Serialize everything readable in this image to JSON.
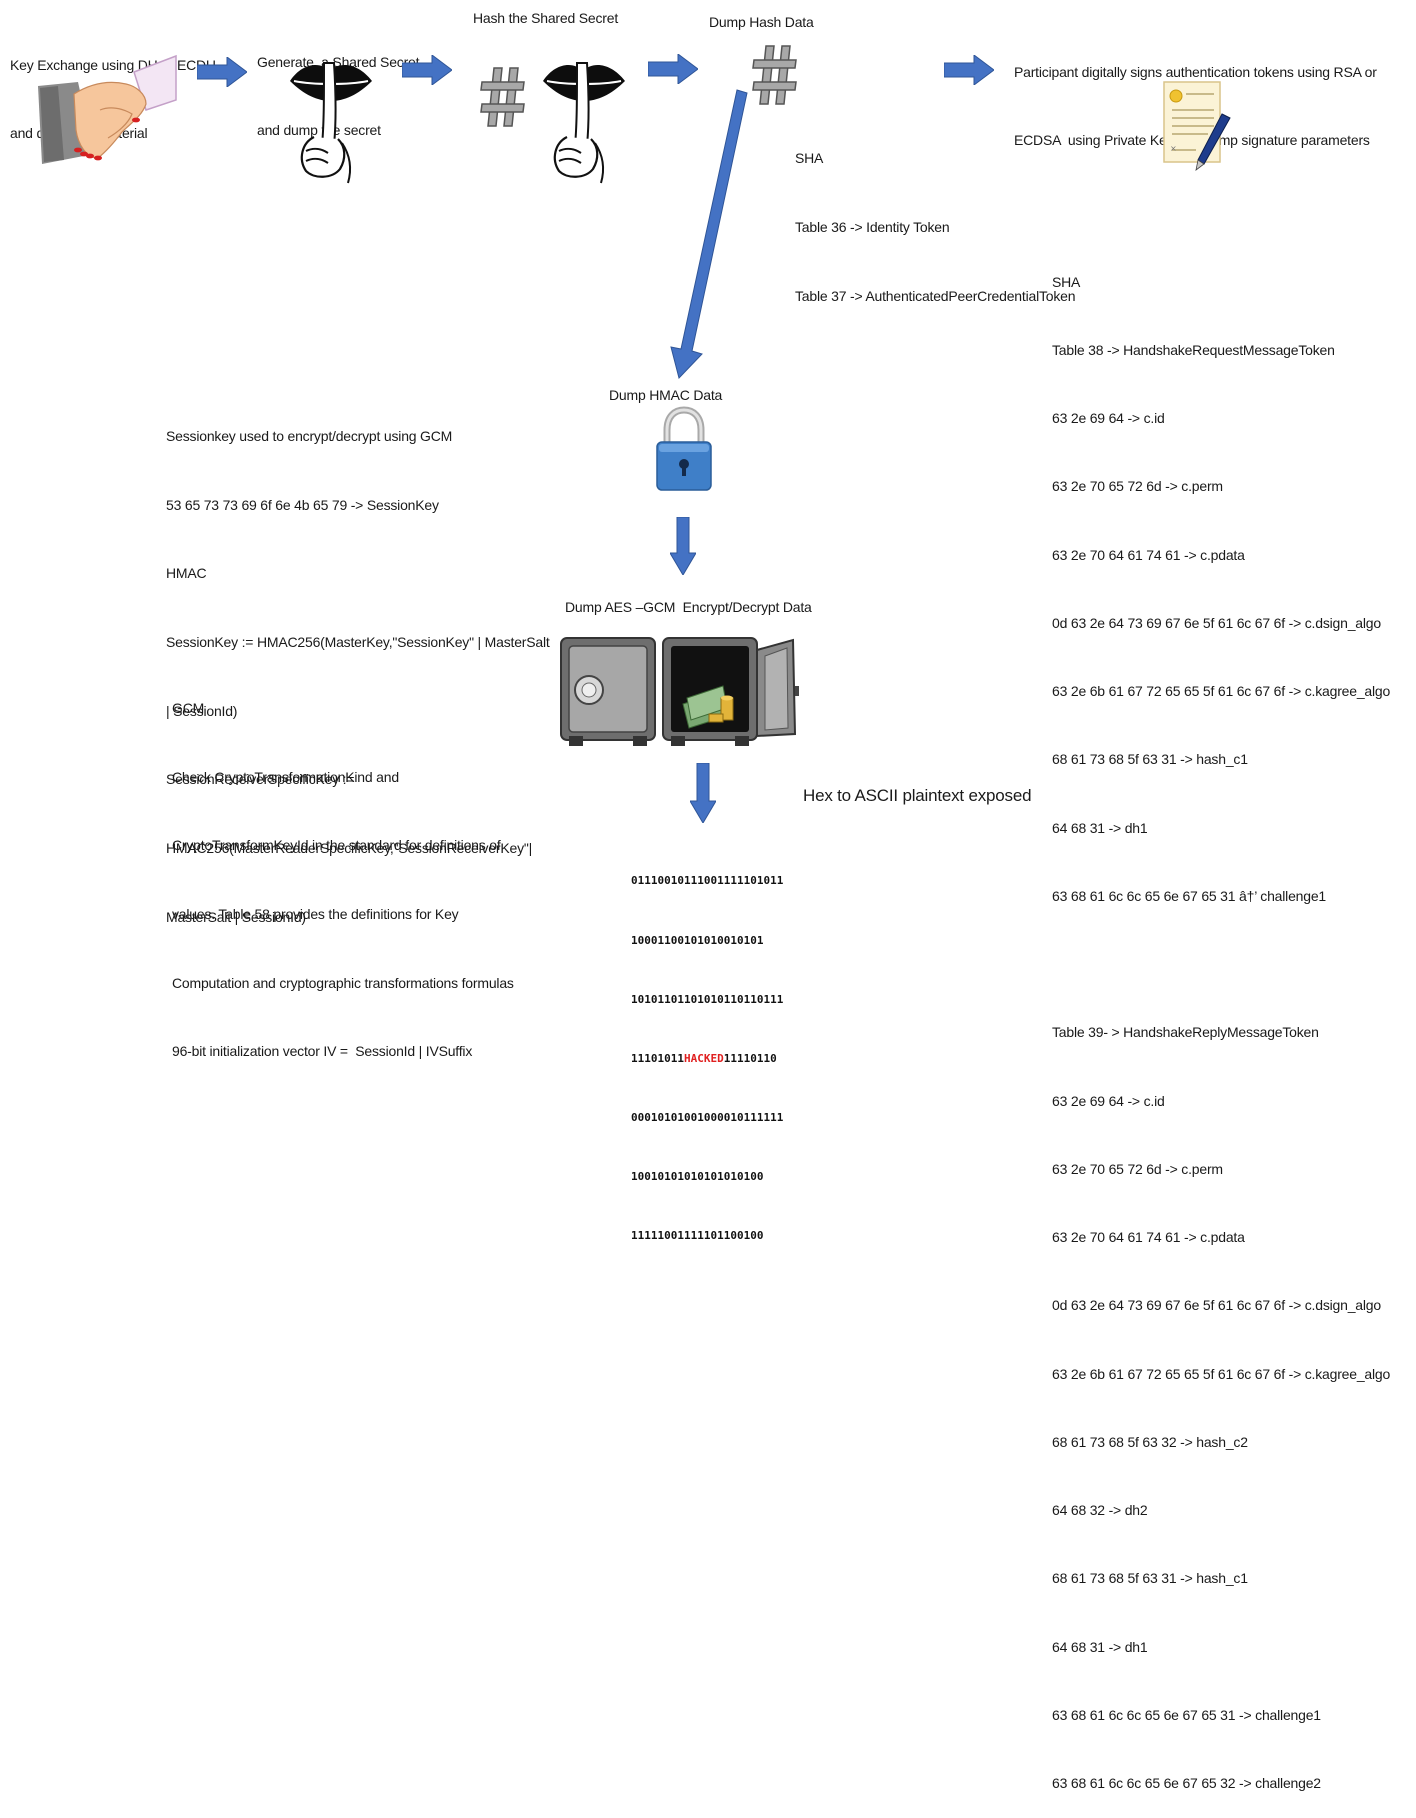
{
  "steps": {
    "key_exchange": [
      "Key Exchange using DH or ECDH",
      "and dump key material"
    ],
    "shared_secret": [
      "Generate  a Shared Secret",
      "and dump the secret"
    ],
    "hash_secret": "Hash the Shared Secret",
    "dump_hash": "Dump Hash Data",
    "sign": [
      "Participant digitally signs authentication tokens using RSA or",
      "ECDSA  using Private Key and dump signature parameters"
    ],
    "dump_hmac": "Dump HMAC Data",
    "dump_aes": "Dump AES –GCM  Encrypt/Decrypt Data",
    "hex_ascii": "Hex to ASCII plaintext exposed"
  },
  "sha_top": [
    "SHA",
    "Table 36 -> Identity Token",
    "Table 37 -> AuthenticatedPeerCredentialToken"
  ],
  "session": [
    "Sessionkey used to encrypt/decrypt using GCM",
    "53 65 73 73 69 6f 6e 4b 65 79 -> SessionKey",
    "HMAC",
    "SessionKey := HMAC256(MasterKey,\"SessionKey\" | MasterSalt",
    "| SessionId)",
    "SessionReceiverSpecificKey :=",
    "HMAC256(MasterReaderSpecificKey,\"SessionReceiverKey\"|",
    "MasterSalt | SessionId)"
  ],
  "gcm": [
    "GCM",
    "Check CryptoTransformationKind and",
    "CryptoTransformKeyId in the standard for definitions of",
    "values. Table 58 provides the definitions for Key",
    "Computation and cryptographic transformations formulas",
    "96-bit initialization vector IV =  SessionId | IVSuffix"
  ],
  "sha_right": [
    "SHA",
    "Table 38 -> HandshakeRequestMessageToken",
    "63 2e 69 64 -> c.id",
    "63 2e 70 65 72 6d -> c.perm",
    "63 2e 70 64 61 74 61 -> c.pdata",
    "0d 63 2e 64 73 69 67 6e 5f 61 6c 67 6f -> c.dsign_algo",
    "63 2e 6b 61 67 72 65 65 5f 61 6c 67 6f -> c.kagree_algo",
    "68 61 73 68 5f 63 31 -> hash_c1",
    "64 68 31 -> dh1",
    "63 68 61 6c 6c 65 6e 67 65 31 â†’ challenge1",
    "",
    "Table 39- > HandshakeReplyMessageToken",
    "63 2e 69 64 -> c.id",
    "63 2e 70 65 72 6d -> c.perm",
    "63 2e 70 64 61 74 61 -> c.pdata",
    "0d 63 2e 64 73 69 67 6e 5f 61 6c 67 6f -> c.dsign_algo",
    "63 2e 6b 61 67 72 65 65 5f 61 6c 67 6f -> c.kagree_algo",
    "68 61 73 68 5f 63 32 -> hash_c2",
    "64 68 32 -> dh2",
    "68 61 73 68 5f 63 31 -> hash_c1",
    "64 68 31 -> dh1",
    "63 68 61 6c 6c 65 6e 67 65 31 -> challenge1",
    "63 68 61 6c 6c 65 6e 67 65 32 -> challenge2"
  ],
  "binary": {
    "line1": "01110010111001111101011",
    "line2": "10001100101010010101",
    "line3": "10101101101010110110111",
    "line4_pre": "11101011",
    "line4_hacked": "HACKED",
    "line4_post": "11110110",
    "line5": "00010101001000010111111",
    "line6": "10010101010101010100",
    "line7": "11111001111101100100"
  },
  "colors": {
    "arrow": "#4472C4",
    "arrow_dark": "#2f5597",
    "hacked": "#e02020",
    "lock": "#3f7fc8"
  }
}
